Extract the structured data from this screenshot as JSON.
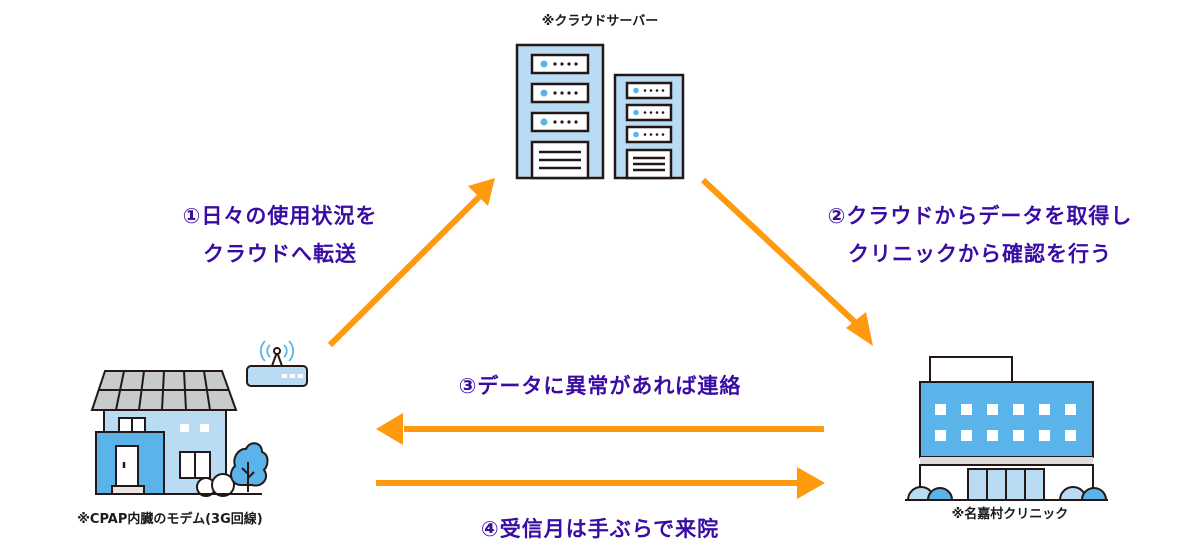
{
  "diagram": {
    "colors": {
      "arrow": "#ff9a0e",
      "step_text": "#3a0ca3",
      "outline": "#231815",
      "light_blue": "#b9dbf4",
      "mid_blue": "#5ab4ea",
      "roof_gray": "#c9cacb"
    },
    "nodes": {
      "server": {
        "label": "※クラウドサーバー",
        "icon": "server-icon"
      },
      "home": {
        "label": "※CPAP内臓のモデム(3G回線)",
        "icon": "house-icon"
      },
      "modem": {
        "icon": "wifi-router-icon"
      },
      "clinic": {
        "label": "※名嘉村クリニック",
        "icon": "clinic-building-icon"
      }
    },
    "steps": [
      {
        "id": 1,
        "lines": [
          "①日々の使用状況を",
          "クラウドへ転送"
        ],
        "from": "home",
        "to": "server"
      },
      {
        "id": 2,
        "lines": [
          "②クラウドからデータを取得し",
          "クリニックから確認を行う"
        ],
        "from": "server",
        "to": "clinic"
      },
      {
        "id": 3,
        "lines": [
          "③データに異常があれば連絡"
        ],
        "from": "clinic",
        "to": "home"
      },
      {
        "id": 4,
        "lines": [
          "④受信月は手ぶらで来院"
        ],
        "from": "home",
        "to": "clinic"
      }
    ]
  }
}
